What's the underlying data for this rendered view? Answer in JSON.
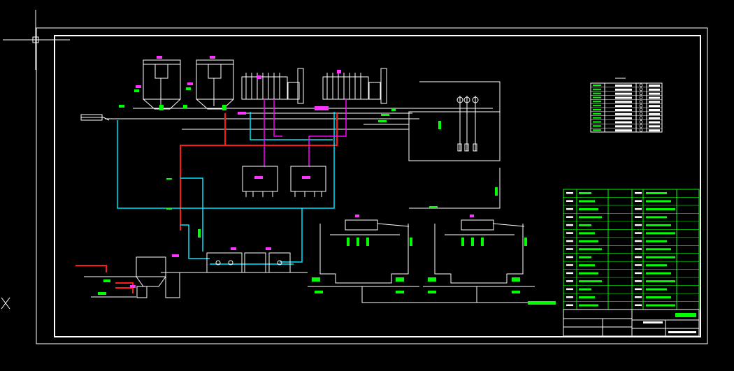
{
  "colors": {
    "background": "#000000",
    "frame": "#ffffff",
    "equipment": "#ffffff",
    "pipe_red": "#ff1a1a",
    "pipe_cyan": "#00e5ff",
    "pipe_magenta": "#ff00ff",
    "tag_green": "#00ff00",
    "tag_magenta": "#ff33ff",
    "crosshair": "#ffffff"
  },
  "icons": {
    "cursor": "cad-crosshair-cursor-icon",
    "ucs": "ucs-x-marker-icon",
    "valve": "valve-icon",
    "pump": "pump-icon",
    "gauge": "pressure-gauge-icon"
  },
  "legend_table": {
    "rows": 12
  },
  "equipment_list": {
    "rows": 15,
    "columns": 2
  },
  "title_block": {
    "rows": 4
  }
}
